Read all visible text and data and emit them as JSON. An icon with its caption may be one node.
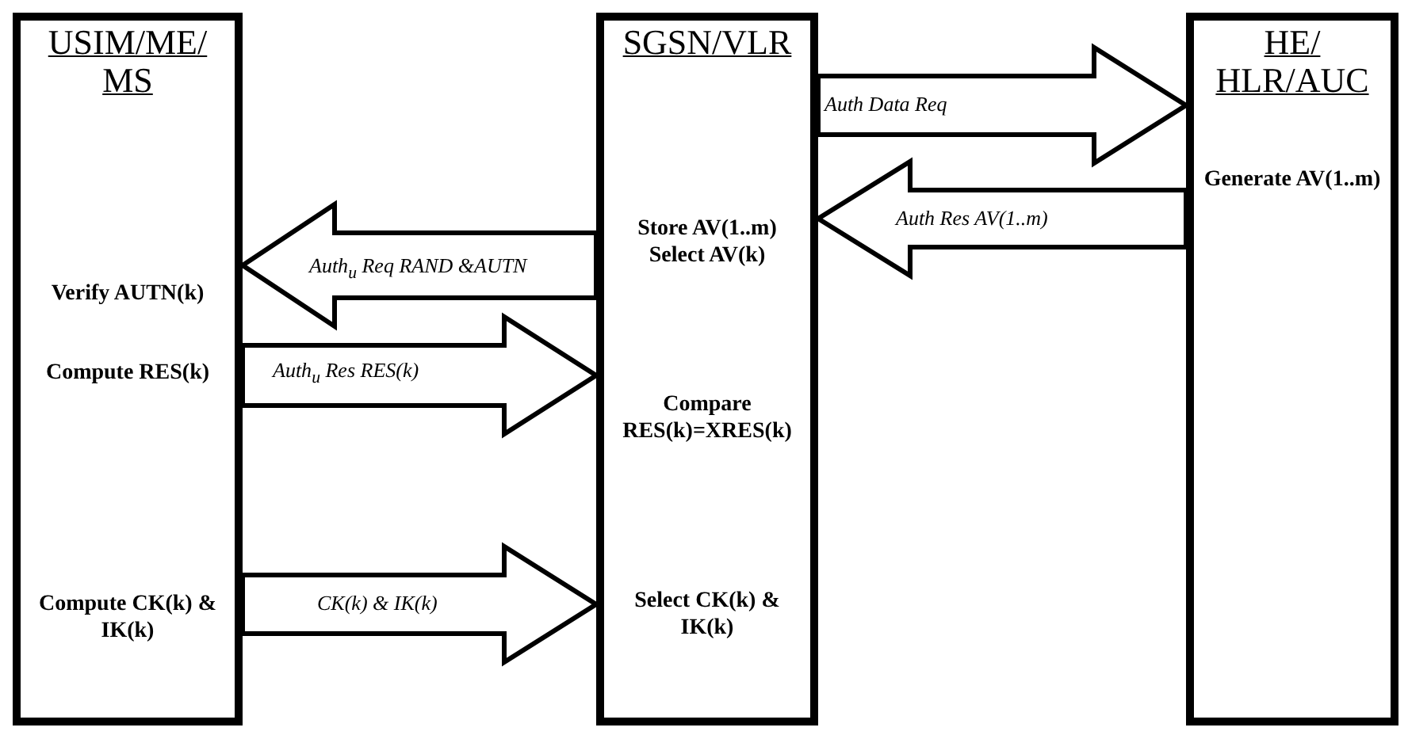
{
  "diagram": {
    "nodes": [
      {
        "text": [
          "USIM/ME/ MS",
          "Verify AUTN(k)",
          "Compute RES(k)",
          "Compute CK(k) & IK(k)"
        ]
      },
      {
        "text": [
          "SGSN/VLR",
          "Store AV(1..m) Select AV(k)",
          "Compare RES(k)=XRES(k)",
          "Select CK(k) & IK(k)"
        ]
      },
      {
        "text": [
          "HE/ HLR/AUC",
          "Generate AV(1..m)"
        ]
      }
    ],
    "edges": [
      {
        "from": 1,
        "to": 2,
        "arrow": "to",
        "label": "Auth Data Req"
      },
      {
        "from": 2,
        "to": 1,
        "arrow": "to",
        "label": "Auth Res AV(1..m)"
      },
      {
        "from": 1,
        "to": 0,
        "arrow": "to",
        "label": "Auth$_{u}$ Req RAND &AUTN"
      },
      {
        "from": 0,
        "to": 1,
        "arrow": "to",
        "label": "Auth$_{u}$ Res RES(k)"
      },
      {
        "from": 0,
        "to": 1,
        "arrow": "to",
        "label": "CK(k) & IK(k)"
      }
    ]
  }
}
